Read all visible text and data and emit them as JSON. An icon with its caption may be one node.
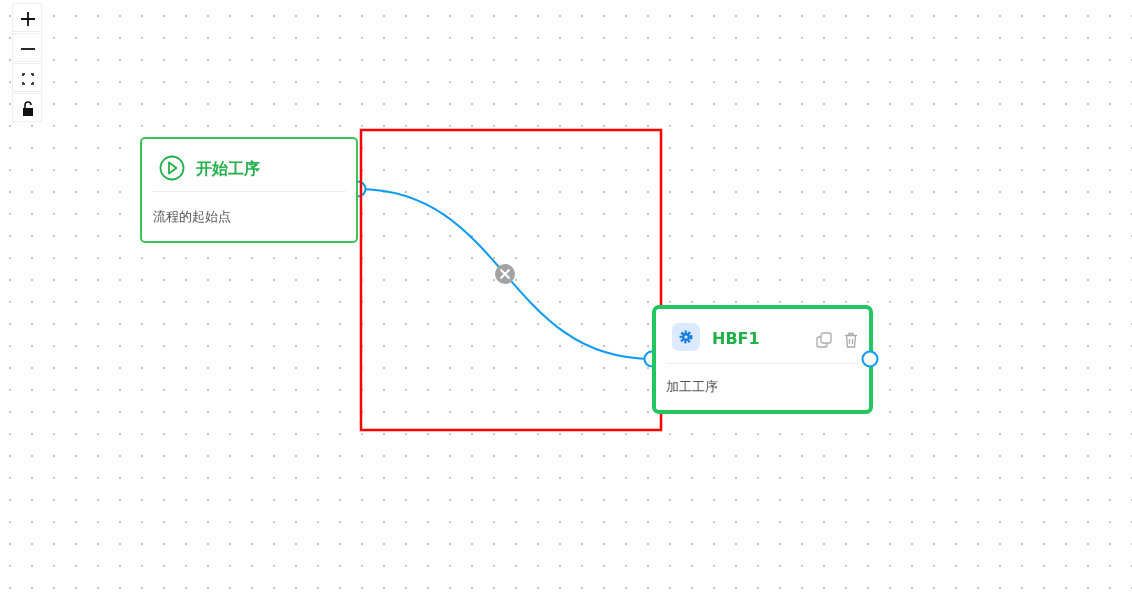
{
  "diagram": {
    "nodes": [
      {
        "text": [
          "开始工序",
          "流程的起始点"
        ]
      },
      {
        "text": [
          "HBF1",
          "加工工序"
        ]
      }
    ],
    "edges": [
      {
        "from": 0,
        "to": 1,
        "arrow": "other"
      }
    ]
  }
}
